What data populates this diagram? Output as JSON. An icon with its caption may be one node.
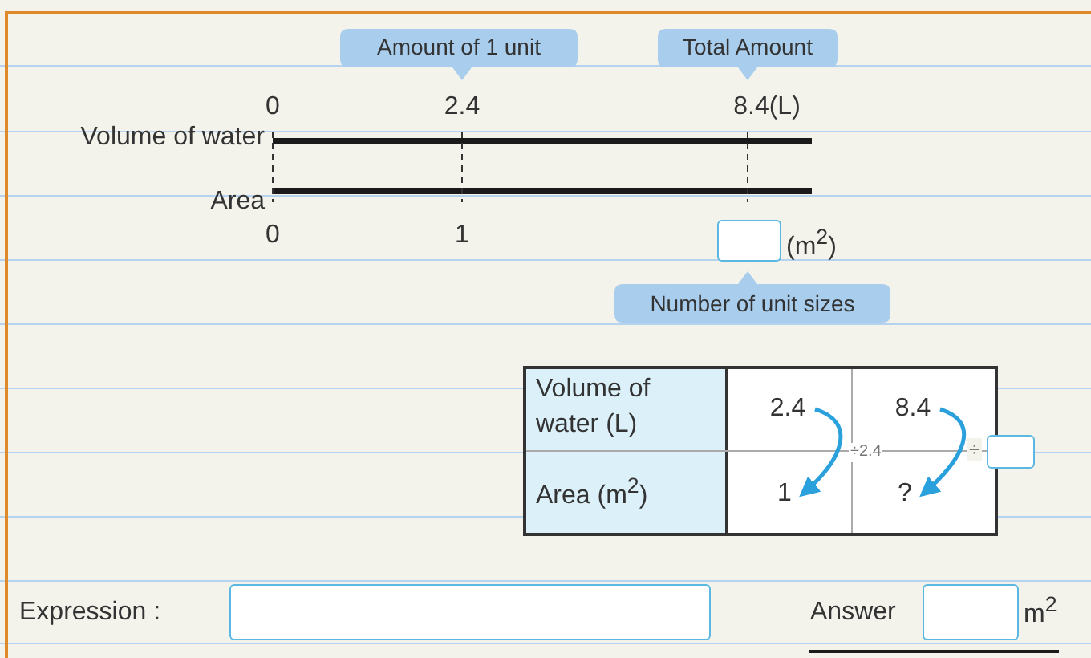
{
  "diagram": {
    "nodes": [
      {
        "text": [
          "Amount of 1 unit"
        ]
      },
      {
        "text": [
          "Total Amount"
        ]
      },
      {
        "text": [],
        "shape": "box"
      },
      {
        "text": [
          "Number of unit sizes"
        ]
      },
      {
        "text": [
          "2.4"
        ]
      },
      {
        "text": [
          "8.4"
        ]
      },
      {
        "text": [
          "1"
        ]
      },
      {
        "text": [
          "?"
        ]
      },
      {
        "text": [],
        "shape": "box"
      },
      {
        "text": [],
        "shape": "box"
      },
      {
        "text": [],
        "shape": "box"
      }
    ],
    "edges": [
      {
        "from": 4,
        "to": 6,
        "arrow": "to",
        "label": "÷2.4"
      },
      {
        "from": 5,
        "to": 7,
        "arrow": "to",
        "label": "÷"
      }
    ],
    "labels": [
      "0",
      "2.4",
      "8.4(L)",
      "Volume of water",
      "Area",
      "0",
      "1",
      "(m$^{2}$)",
      "Volume of water (L)",
      "Area (m$^{2}$)",
      "Expression :",
      "Answer",
      "m$^{2}$"
    ]
  }
}
